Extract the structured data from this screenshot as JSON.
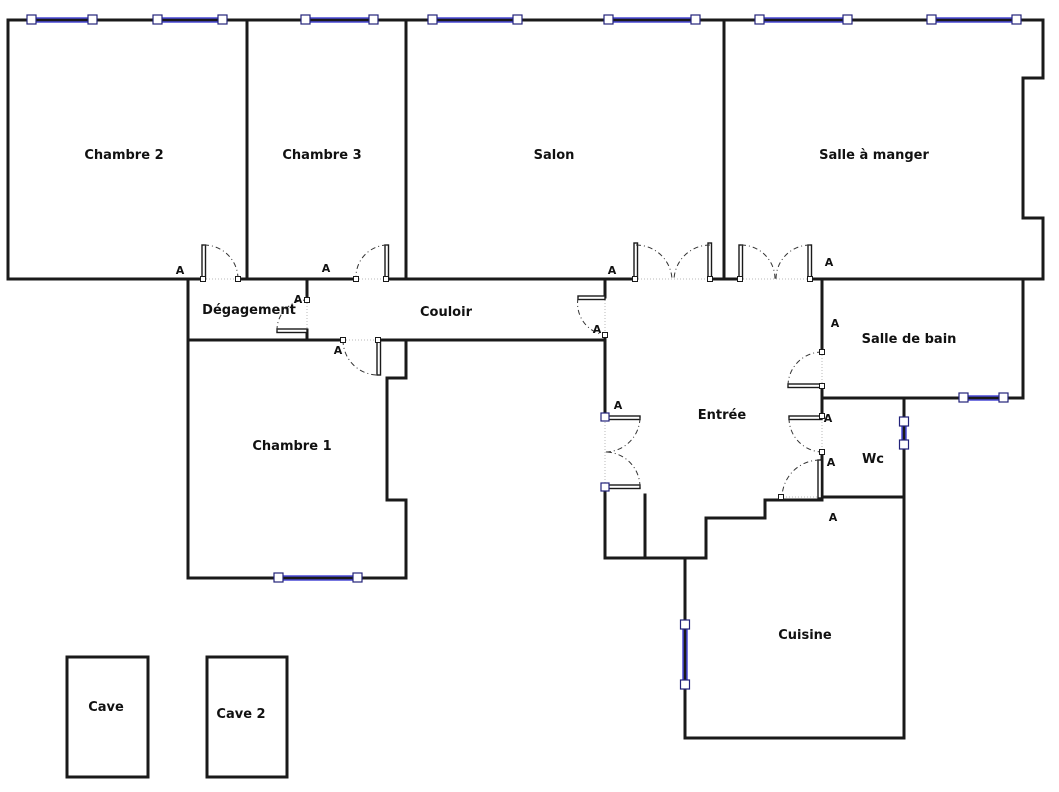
{
  "rooms": {
    "chambre2": "Chambre 2",
    "chambre3": "Chambre 3",
    "salon": "Salon",
    "salle_a_manger": "Salle à manger",
    "degagement": "Dégagement",
    "couloir": "Couloir",
    "salle_de_bain": "Salle de bain",
    "chambre1": "Chambre 1",
    "entree": "Entrée",
    "wc": "Wc",
    "cuisine": "Cuisine",
    "cave": "Cave",
    "cave2": "Cave 2"
  },
  "markers": {
    "door_marker": "A"
  },
  "colors": {
    "wall": "#1a1a1a",
    "window": "#4a4ad6",
    "background": "#ffffff"
  }
}
